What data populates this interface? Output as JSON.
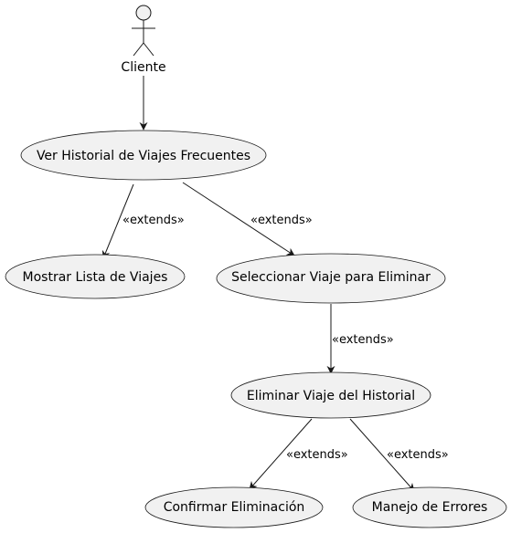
{
  "colors": {
    "ellipse_fill": "#f1f1f1",
    "stroke": "#181818",
    "text": "#000000",
    "background": "#ffffff"
  },
  "actor": {
    "name": "Cliente"
  },
  "use_cases": {
    "ver_historial": "Ver Historial de Viajes Frecuentes",
    "mostrar_lista": "Mostrar Lista de Viajes",
    "seleccionar_viaje": "Seleccionar Viaje para Eliminar",
    "eliminar_viaje": "Eliminar Viaje del Historial",
    "confirmar": "Confirmar Eliminación",
    "manejo_errores": "Manejo de Errores"
  },
  "relations": {
    "historial_to_lista": "«extends»",
    "historial_to_seleccionar": "«extends»",
    "seleccionar_to_eliminar": "«extends»",
    "eliminar_to_confirmar": "«extends»",
    "eliminar_to_errores": "«extends»"
  }
}
